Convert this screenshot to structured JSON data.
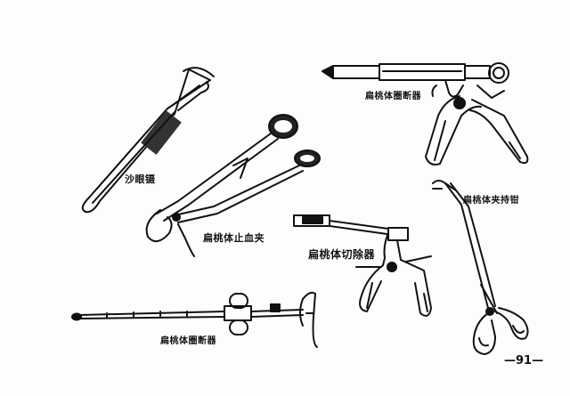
{
  "labels": {
    "eye_forceps": "沙眼镊",
    "hemostat": "扁桃体止血夹",
    "snare_top": "扁桃体圈断器",
    "guillotine": "扁桃体切除器",
    "grasping_forceps": "扁桃体夹持钳",
    "snare_bottom": "扁桃体圈断器"
  },
  "page_number": "—91—"
}
